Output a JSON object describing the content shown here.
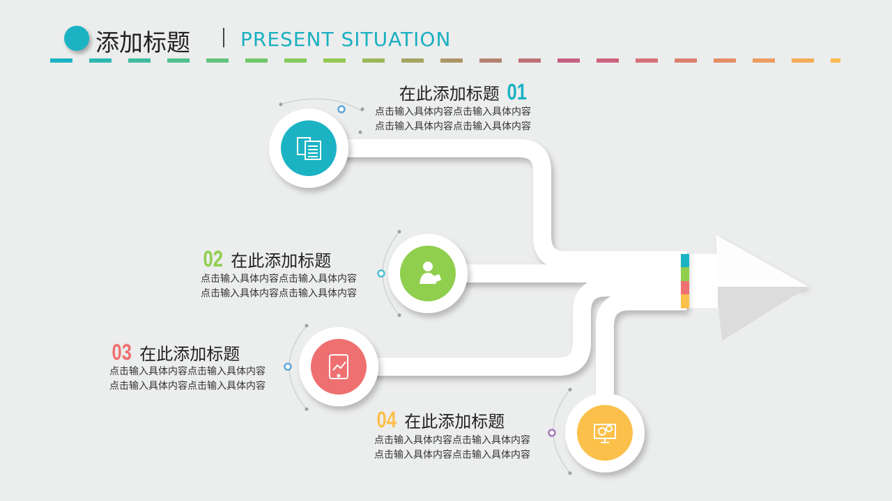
{
  "header": {
    "title": "添加标题",
    "subtitle": "PRESENT SITUATION"
  },
  "colors": {
    "teal": "#1bb3c4",
    "green": "#8fcf4d",
    "red": "#ef7070",
    "yellow": "#fbc04a"
  },
  "items": [
    {
      "num": "01",
      "title": "在此添加标题",
      "desc": "点击输入具体内容点击输入具体内容点击输入具体内容点击输入具体内容",
      "icon": "documents-gear-icon",
      "color": "#1bb3c4"
    },
    {
      "num": "02",
      "title": "在此添加标题",
      "desc": "点击输入具体内容点击输入具体内容点击输入具体内容点击输入具体内容",
      "icon": "businessman-icon",
      "color": "#8fcf4d"
    },
    {
      "num": "03",
      "title": "在此添加标题",
      "desc": "点击输入具体内容点击输入具体内容点击输入具体内容点击输入具体内容",
      "icon": "phone-chart-icon",
      "color": "#ef7070"
    },
    {
      "num": "04",
      "title": "在此添加标题",
      "desc": "点击输入具体内容点击输入具体内容点击输入具体内容点击输入具体内容",
      "icon": "monitor-money-icon",
      "color": "#fbc04a"
    }
  ]
}
